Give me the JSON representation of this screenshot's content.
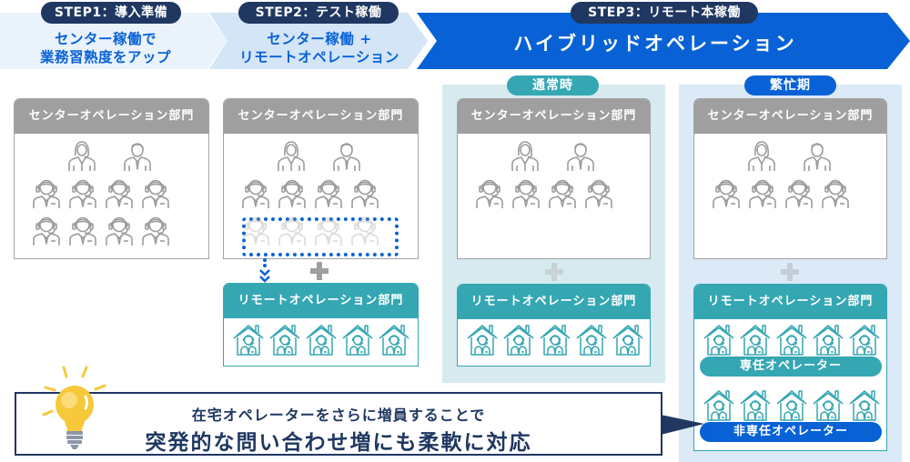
{
  "steps": [
    {
      "pill": "STEP1：導入準備",
      "line1": "センター稼働で",
      "line2": "業務習熟度をアップ"
    },
    {
      "pill": "STEP2：テスト稼働",
      "line1": "センター稼働 +",
      "line2": "リモートオペレーション"
    },
    {
      "pill": "STEP3：リモート本稼働",
      "line1": "ハイブリッドオペレーション"
    }
  ],
  "phases": {
    "normal": {
      "label": "通常時"
    },
    "busy": {
      "label": "繁忙期"
    }
  },
  "departments": {
    "center": "センターオペレーション部門",
    "remote": "リモートオペレーション部門"
  },
  "roles": {
    "dedicated": "専任オペレーター",
    "non_dedicated": "非専任オペレーター"
  },
  "callout": {
    "line1": "在宅オペレーターをさらに増員することで",
    "line2": "突発的な問い合わせ増にも柔軟に対応"
  },
  "colors": {
    "primary_blue": "#0a62d6",
    "navy": "#1f3761",
    "teal": "#35a7b3",
    "gray_header": "#9f9f9f",
    "step1_bg": "#eaf3fc",
    "step2_bg": "#d3e5f7",
    "normal_bg": "#d6eaf0",
    "busy_bg": "#dce9f6",
    "bulb_yellow": "#f6c83a"
  },
  "icons": {
    "manager_female": "person-female-icon",
    "manager_male": "person-male-icon",
    "operator": "headset-operator-icon",
    "remote_operator": "home-operator-icon",
    "bulb": "lightbulb-icon"
  }
}
